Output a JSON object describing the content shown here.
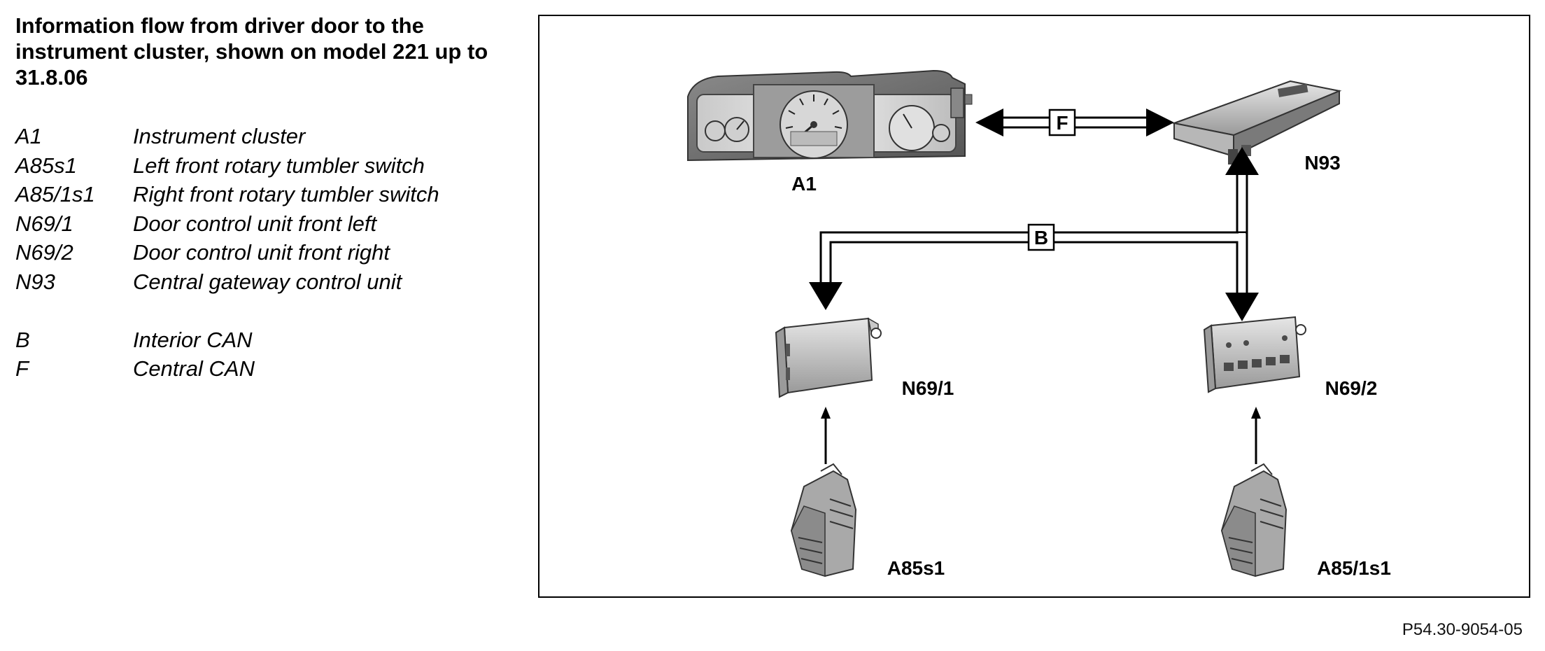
{
  "title": "Information flow from driver door to the instrument cluster, shown on model 221 up to 31.8.06",
  "legend": [
    {
      "code": "A1",
      "text": "Instrument cluster"
    },
    {
      "code": "A85s1",
      "text": "Left front rotary tumbler switch"
    },
    {
      "code": "A85/1s1",
      "text": "Right front rotary tumbler switch"
    },
    {
      "code": "N69/1",
      "text": "Door control unit front left"
    },
    {
      "code": "N69/2",
      "text": "Door control unit front right"
    },
    {
      "code": "N93",
      "text": "Central gateway control unit"
    }
  ],
  "bus_legend": [
    {
      "code": "B",
      "text": "Interior CAN"
    },
    {
      "code": "F",
      "text": "Central CAN"
    }
  ],
  "diagram": {
    "components": {
      "a1": "A1",
      "n93": "N93",
      "n69_1": "N69/1",
      "n69_2": "N69/2",
      "a85s1": "A85s1",
      "a85_1s1": "A85/1s1"
    },
    "buses": {
      "central_can": "F",
      "interior_can": "B"
    }
  },
  "footer": {
    "ref": "P54.30-9054-05"
  }
}
